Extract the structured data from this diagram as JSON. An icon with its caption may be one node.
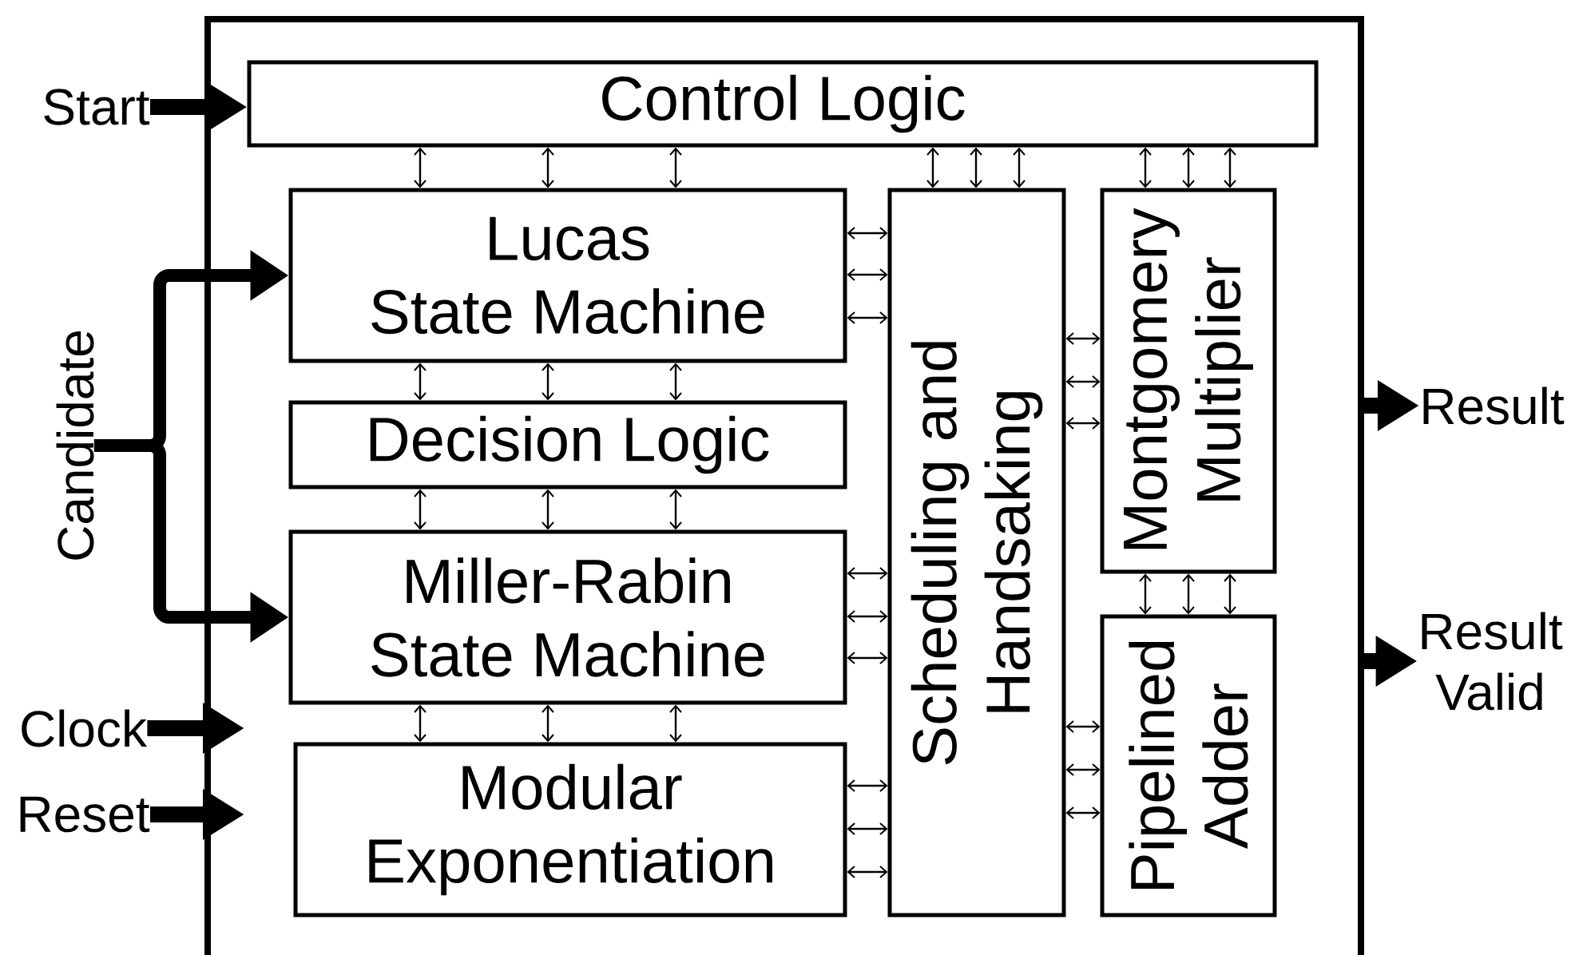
{
  "diagram": {
    "nodes": [
      {
        "text": [],
        "shape": "box"
      },
      {
        "text": [
          "Control Logic"
        ],
        "in": 0
      },
      {
        "text": [
          "Lucas State Machine"
        ],
        "in": 0
      },
      {
        "text": [
          "Decision Logic"
        ],
        "in": 0
      },
      {
        "text": [
          "Miller-Rabin State Machine"
        ],
        "in": 0
      },
      {
        "text": [
          "Modular Exponentiation"
        ],
        "in": 0
      },
      {
        "text": [
          "Scheduling and Handsaking"
        ],
        "in": 0
      },
      {
        "text": [
          "Montgomery Multiplier"
        ],
        "in": 0
      },
      {
        "text": [
          "Pipelined Adder"
        ],
        "in": 0
      },
      {
        "text": [
          "Start"
        ]
      },
      {
        "text": [
          "Candidate"
        ]
      },
      {
        "text": [
          "Clock"
        ]
      },
      {
        "text": [
          "Reset"
        ]
      },
      {
        "text": [
          "Result"
        ]
      },
      {
        "text": [
          "Result Valid"
        ]
      }
    ],
    "edges": [
      {
        "from": 9,
        "to": 1,
        "arrow": "to",
        "style": "thick"
      },
      {
        "from": 10,
        "to": 2,
        "arrow": "to",
        "style": "thick"
      },
      {
        "from": 10,
        "to": 4,
        "arrow": "to",
        "style": "thick"
      },
      {
        "from": 11,
        "to": 0,
        "arrow": "to",
        "style": "thick"
      },
      {
        "from": 12,
        "to": 0,
        "arrow": "to",
        "style": "thick"
      },
      {
        "from": 0,
        "to": 13,
        "arrow": "to",
        "style": "thick"
      },
      {
        "from": 0,
        "to": 14,
        "arrow": "to",
        "style": "thick"
      },
      {
        "from": 1,
        "to": 2,
        "arrow": "both"
      },
      {
        "from": 1,
        "to": 2,
        "arrow": "both"
      },
      {
        "from": 1,
        "to": 2,
        "arrow": "both"
      },
      {
        "from": 1,
        "to": 6,
        "arrow": "both"
      },
      {
        "from": 1,
        "to": 6,
        "arrow": "both"
      },
      {
        "from": 1,
        "to": 6,
        "arrow": "both"
      },
      {
        "from": 1,
        "to": 7,
        "arrow": "both"
      },
      {
        "from": 1,
        "to": 7,
        "arrow": "both"
      },
      {
        "from": 1,
        "to": 7,
        "arrow": "both"
      },
      {
        "from": 2,
        "to": 6,
        "arrow": "both"
      },
      {
        "from": 2,
        "to": 6,
        "arrow": "both"
      },
      {
        "from": 2,
        "to": 6,
        "arrow": "both"
      },
      {
        "from": 2,
        "to": 3,
        "arrow": "both"
      },
      {
        "from": 2,
        "to": 3,
        "arrow": "both"
      },
      {
        "from": 2,
        "to": 3,
        "arrow": "both"
      },
      {
        "from": 6,
        "to": 7,
        "arrow": "both"
      },
      {
        "from": 6,
        "to": 7,
        "arrow": "both"
      },
      {
        "from": 6,
        "to": 7,
        "arrow": "both"
      },
      {
        "from": 3,
        "to": 4,
        "arrow": "both"
      },
      {
        "from": 3,
        "to": 4,
        "arrow": "both"
      },
      {
        "from": 3,
        "to": 4,
        "arrow": "both"
      },
      {
        "from": 7,
        "to": 8,
        "arrow": "both"
      },
      {
        "from": 7,
        "to": 8,
        "arrow": "both"
      },
      {
        "from": 7,
        "to": 8,
        "arrow": "both"
      },
      {
        "from": 4,
        "to": 6,
        "arrow": "both"
      },
      {
        "from": 4,
        "to": 6,
        "arrow": "both"
      },
      {
        "from": 4,
        "to": 6,
        "arrow": "both"
      },
      {
        "from": 6,
        "to": 8,
        "arrow": "both"
      },
      {
        "from": 6,
        "to": 8,
        "arrow": "both"
      },
      {
        "from": 6,
        "to": 8,
        "arrow": "both"
      },
      {
        "from": 4,
        "to": 5,
        "arrow": "both"
      },
      {
        "from": 4,
        "to": 5,
        "arrow": "both"
      },
      {
        "from": 4,
        "to": 5,
        "arrow": "both"
      },
      {
        "from": 5,
        "to": 6,
        "arrow": "both"
      },
      {
        "from": 5,
        "to": 6,
        "arrow": "both"
      },
      {
        "from": 5,
        "to": 6,
        "arrow": "both"
      }
    ]
  }
}
